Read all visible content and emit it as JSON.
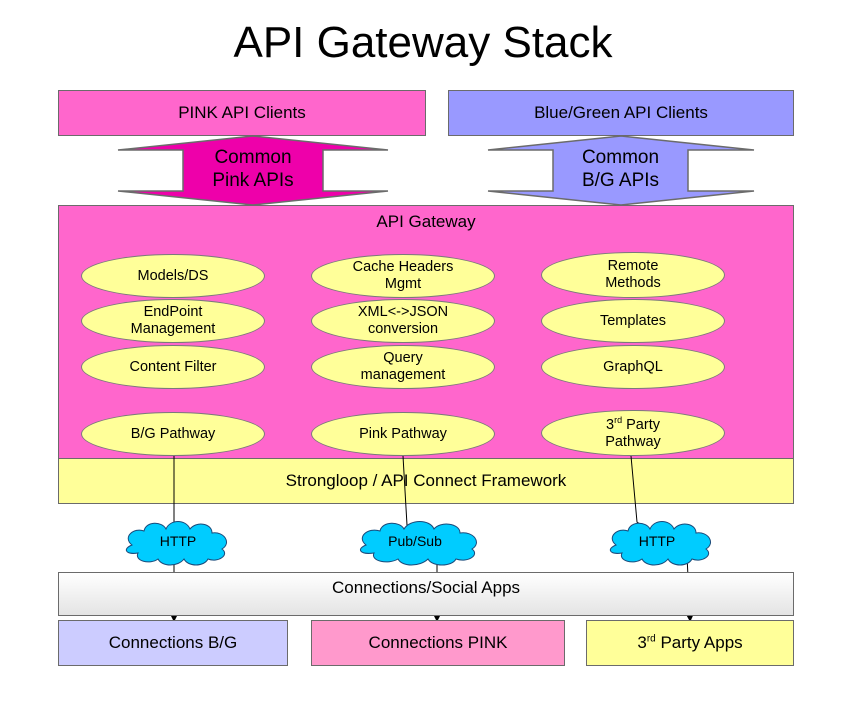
{
  "title": "API Gateway Stack",
  "clients": {
    "pink": "PINK API Clients",
    "bluegreen": "Blue/Green API Clients"
  },
  "common_apis": {
    "pink": "Common\nPink APIs",
    "bluegreen": "Common\nB/G APIs"
  },
  "gateway": {
    "label": "API Gateway",
    "components": [
      "Models/DS",
      "Cache Headers\nMgmt",
      "Remote\nMethods",
      "EndPoint\nManagement",
      "XML<->JSON\nconversion",
      "Templates",
      "Content Filter",
      "Query\nmanagement",
      "GraphQL"
    ],
    "pathways": {
      "bg": "B/G Pathway",
      "pink": "Pink Pathway",
      "third_party_sup": "rd",
      "third_party_pre": "3",
      "third_party_post": " Party\nPathway"
    }
  },
  "framework": "Strongloop / API Connect Framework",
  "protocols": [
    "HTTP",
    "Pub/Sub",
    "HTTP"
  ],
  "connections_layer": "Connections/Social Apps",
  "targets": {
    "bg": "Connections B/G",
    "pink": "Connections PINK",
    "third_pre": "3",
    "third_sup": "rd",
    "third_post": " Party Apps"
  },
  "colors": {
    "pink": "#ff66cc",
    "pink_arrow": "#ee00aa",
    "blue": "#9999ff",
    "yellow": "#ffff99",
    "light_blue": "#ccccff",
    "light_pink": "#ff99cc",
    "cloud": "#00ccff",
    "grey": "#eeeeee"
  }
}
